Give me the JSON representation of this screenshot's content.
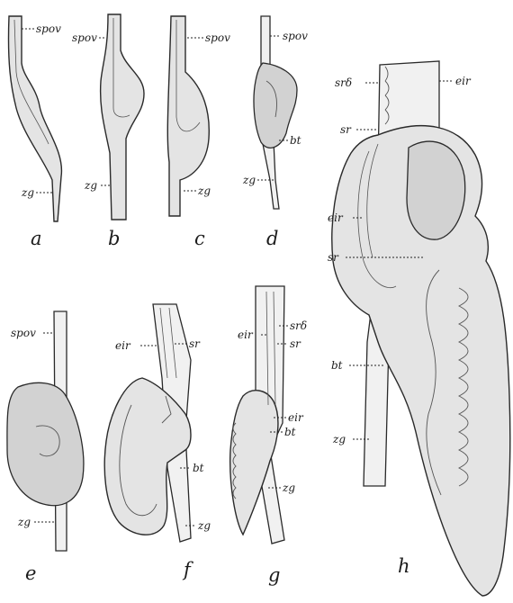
{
  "panels": {
    "a": {
      "caption": "a",
      "labels": {
        "spov": "spov",
        "zg": "zg"
      }
    },
    "b": {
      "caption": "b",
      "labels": {
        "spov": "spov",
        "zg": "zg"
      }
    },
    "c": {
      "caption": "c",
      "labels": {
        "spov": "spov",
        "zg": "zg"
      }
    },
    "d": {
      "caption": "d",
      "labels": {
        "spov": "spov",
        "bt": "bt",
        "zg": "zg"
      }
    },
    "e": {
      "caption": "e",
      "labels": {
        "spov": "spov",
        "zg": "zg"
      }
    },
    "f": {
      "caption": "f",
      "labels": {
        "eir": "eir",
        "sr": "sr",
        "bt": "bt",
        "zg": "zg"
      }
    },
    "g": {
      "caption": "g",
      "labels": {
        "eir": "eir",
        "sr8": "srδ",
        "sr": "sr",
        "eir2": "eir",
        "bt": "bt",
        "zg": "zg"
      }
    },
    "h": {
      "caption": "h",
      "labels": {
        "sr8": "srδ",
        "eir": "eir",
        "sr": "sr",
        "eir2": "eir",
        "sr2": "sr",
        "bt": "bt",
        "zg": "zg"
      }
    }
  }
}
